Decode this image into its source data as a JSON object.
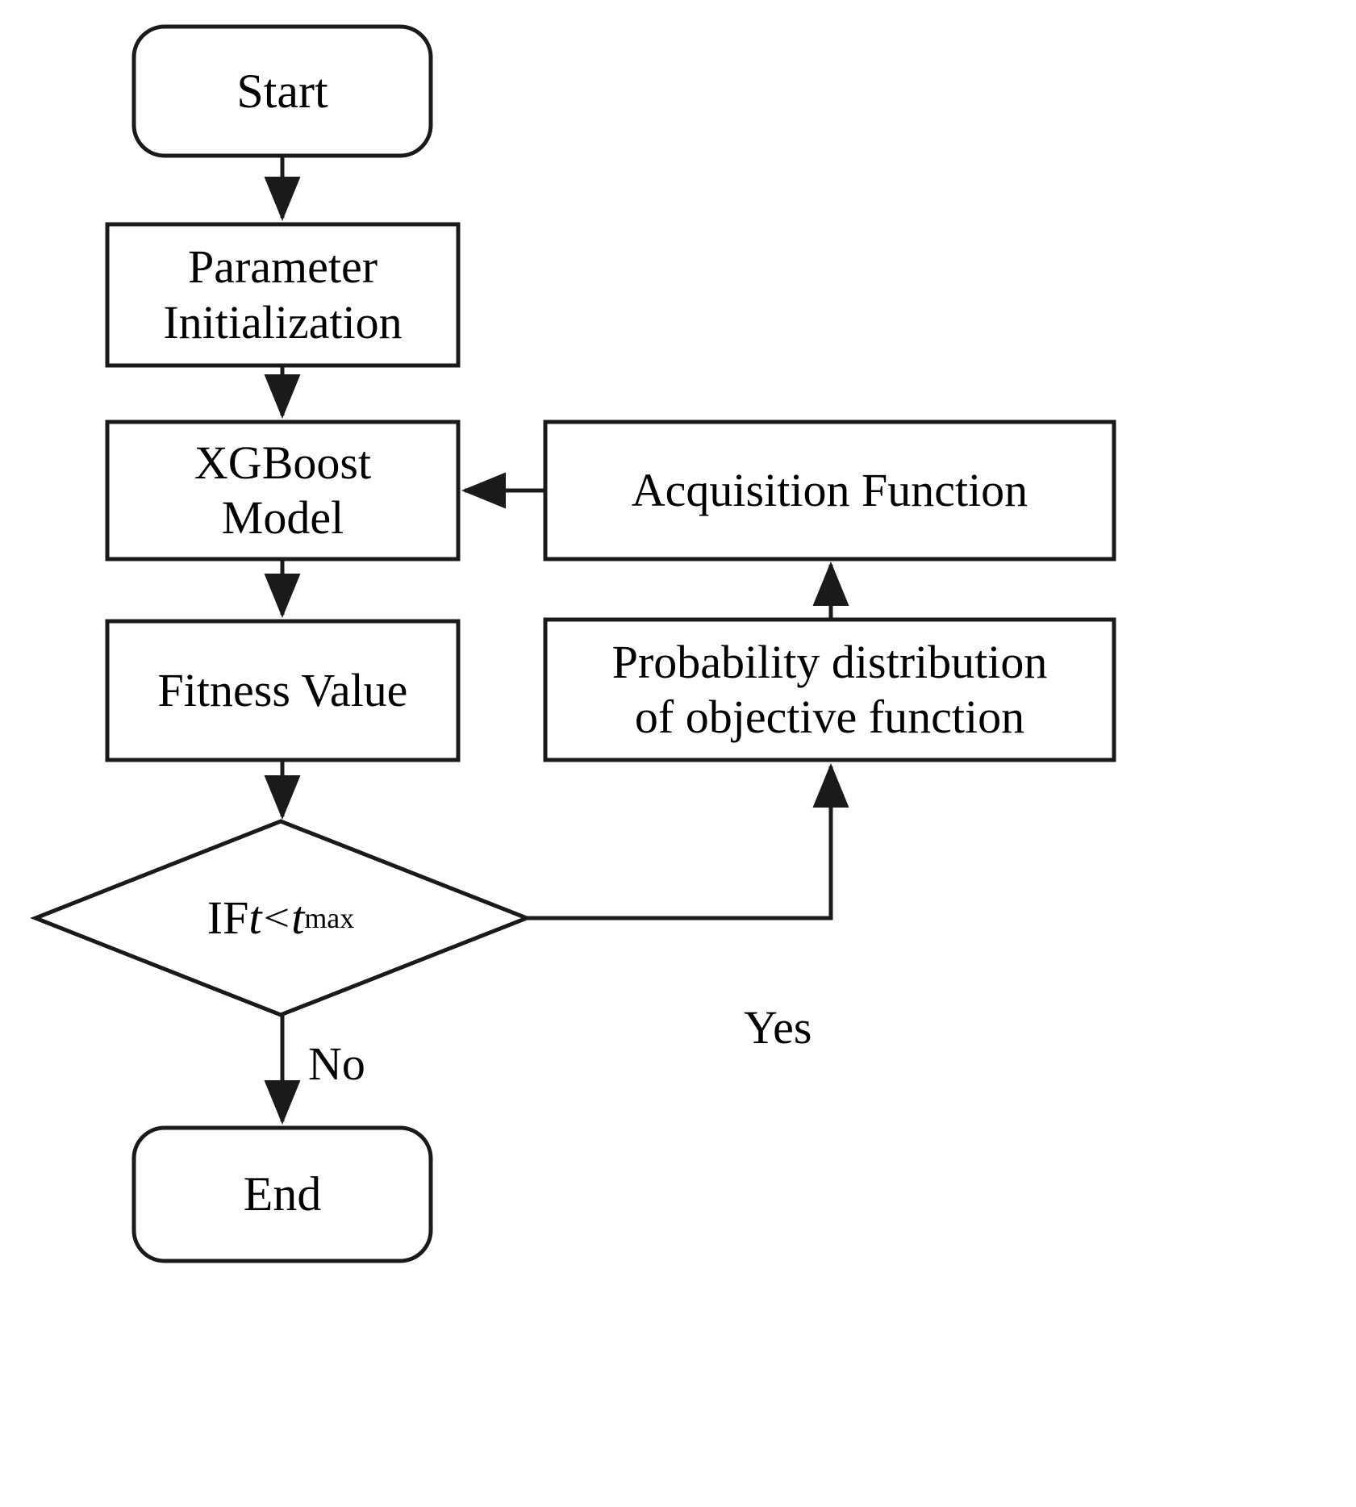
{
  "diagram": {
    "title": "XGBoost Bayesian optimization flowchart",
    "background_color": "#ffffff",
    "stroke_color": "#1a1a1a",
    "text_color": "#000000",
    "nodes": [
      {
        "id": "start",
        "shape": "rounded-rectangle",
        "label": "Start"
      },
      {
        "id": "param",
        "shape": "rectangle",
        "label": "Parameter\nInitialization"
      },
      {
        "id": "xgboost",
        "shape": "rectangle",
        "label": "XGBoost\nModel"
      },
      {
        "id": "fitness",
        "shape": "rectangle",
        "label": "Fitness Value"
      },
      {
        "id": "acq",
        "shape": "rectangle",
        "label": "Acquisition Function"
      },
      {
        "id": "prob",
        "shape": "rectangle",
        "label": "Probability distribution\nof objective function"
      },
      {
        "id": "end",
        "shape": "rounded-rectangle",
        "label": "End"
      }
    ],
    "decision": {
      "id": "condition",
      "shape": "diamond",
      "prefix": "IF ",
      "variable": "t",
      "operator": "<",
      "limit_variable": "t",
      "limit_subscript": "max",
      "plain_label": "IF t<tmax"
    },
    "edge_labels": [
      {
        "id": "yes-branch",
        "label": "Yes"
      },
      {
        "id": "no-branch",
        "label": "No"
      }
    ]
  }
}
